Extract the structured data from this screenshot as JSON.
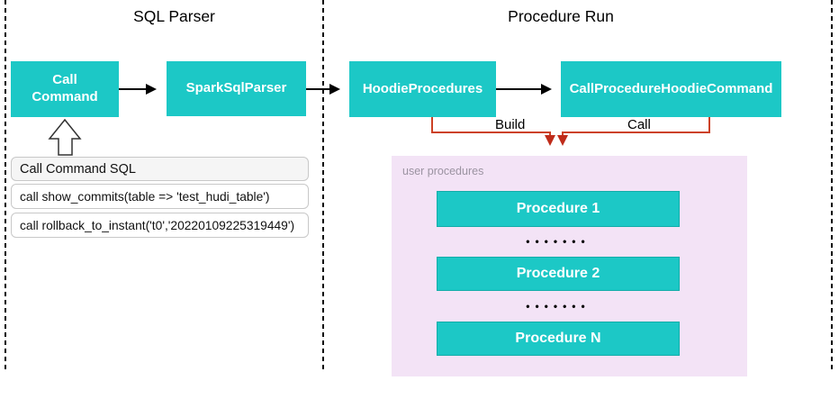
{
  "sections": {
    "sql_parser": {
      "title": "SQL Parser"
    },
    "procedure_run": {
      "title": "Procedure Run"
    }
  },
  "nodes": {
    "call_command": "Call Command",
    "spark_sql_parser": "SparkSqlParser",
    "hoodie_procedures": "HoodieProcedures",
    "call_procedure_hoodie_command": "CallProcedureHoodieCommand"
  },
  "edges": {
    "build_label": "Build",
    "call_label": "Call"
  },
  "sql_card": {
    "title": "Call Command SQL",
    "examples": [
      "call show_commits(table => 'test_hudi_table')",
      "call rollback_to_instant('t0','20220109225319449')"
    ]
  },
  "user_procedures": {
    "label": "user procedures",
    "items": [
      "Procedure 1",
      "Procedure 2",
      "Procedure N"
    ],
    "ellipsis": "•••••••"
  },
  "colors": {
    "node_fill": "#1cc8c6",
    "panel_fill": "#f3e3f6",
    "connector_red": "#cc4125",
    "arrow_black": "#000000"
  }
}
